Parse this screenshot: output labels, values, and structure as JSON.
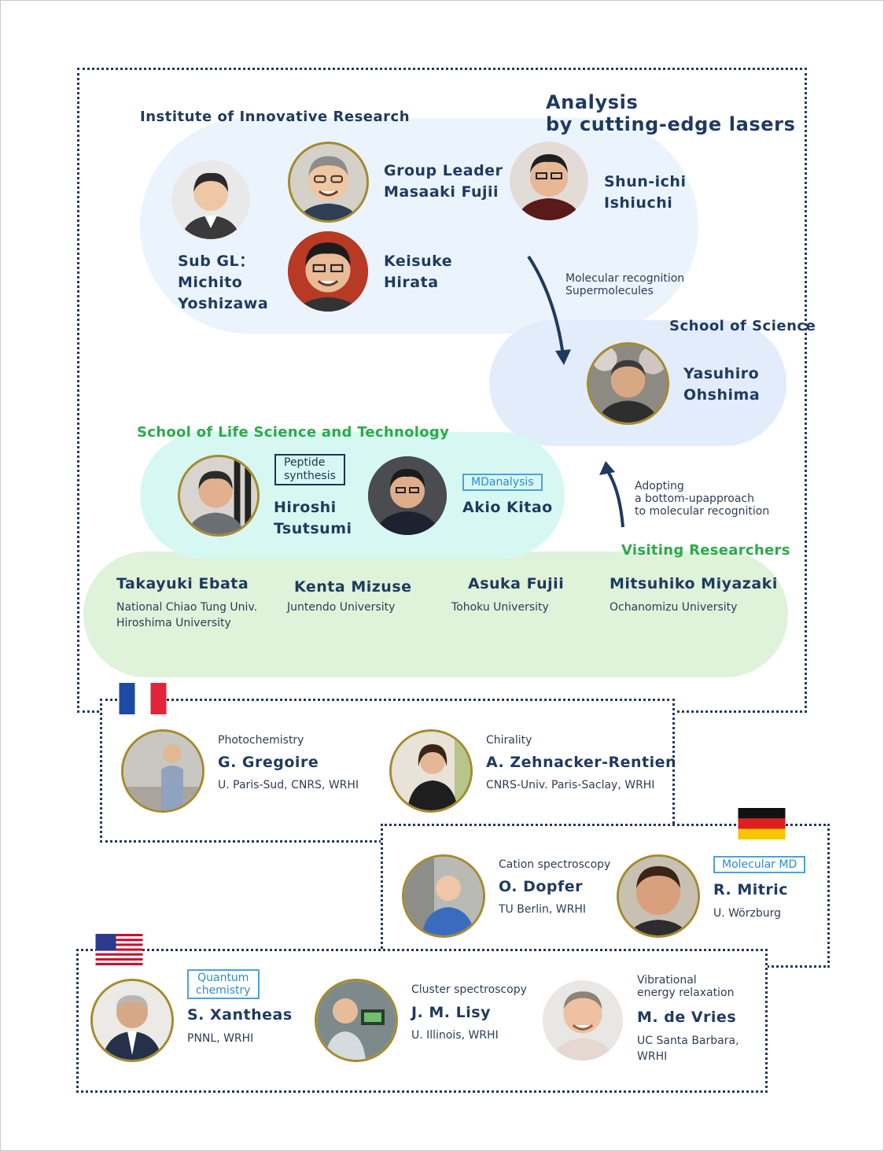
{
  "title": "Analysis\nby cutting-edge lasers",
  "groups": {
    "iir": "Institute of Innovative Research",
    "science": "School of Science",
    "life": "School of Life Science and Technology",
    "visiting": "Visiting Researchers"
  },
  "people": {
    "fujii": "Group Leader\nMasaaki Fujii",
    "ishiuchi": "Shun-ichi\nIshiuchi",
    "yoshizawa": "Sub GL：\nMichito\nYoshizawa",
    "hirata": "Keisuke\nHirata",
    "ohshima": "Yasuhiro\nOhshima",
    "tsutsumi": "Hiroshi\nTsutsumi",
    "kitao": "Akio Kitao"
  },
  "tags": {
    "peptide": "Peptide\nsynthesis",
    "md": "MDanalysis",
    "molmd": "Molecular MD",
    "quantum": "Quantum\nchemistry"
  },
  "arrows": {
    "down": "Molecular recognition\nSupermolecules",
    "up": "Adopting\na bottom-upapproach\nto molecular recognition"
  },
  "visitors": [
    {
      "name": "Takayuki Ebata",
      "affil": "National Chiao Tung Univ.\nHiroshima University"
    },
    {
      "name": "Kenta Mizuse",
      "affil": "Juntendo University"
    },
    {
      "name": "Asuka Fujii",
      "affil": "Tohoku University"
    },
    {
      "name": "Mitsuhiko Miyazaki",
      "affil": "Ochanomizu University"
    }
  ],
  "intl": {
    "gregoire": {
      "role": "Photochemistry",
      "name": "G. Gregoire",
      "affil": "U. Paris-Sud, CNRS, WRHI"
    },
    "zehnacker": {
      "role": "Chirality",
      "name": "A. Zehnacker-Rentien",
      "affil": "CNRS-Univ. Paris-Saclay, WRHI"
    },
    "dopfer": {
      "role": "Cation spectroscopy",
      "name": "O. Dopfer",
      "affil": "TU Berlin, WRHI"
    },
    "mitric": {
      "role": "",
      "name": "R. Mitric",
      "affil": "U. Wörzburg"
    },
    "xantheas": {
      "role": "",
      "name": "S. Xantheas",
      "affil": "PNNL, WRHI"
    },
    "lisy": {
      "role": "Cluster spectroscopy",
      "name": "J. M. Lisy",
      "affil": "U. Illinois, WRHI"
    },
    "devries": {
      "role": "Vibrational\nenergy relaxation",
      "name": "M. de Vries",
      "affil": "UC Santa Barbara,\nWRHI"
    }
  },
  "colors": {
    "navy": "#1f3a5f",
    "green": "#2bab49",
    "blue_tag": "#4aa2de",
    "gold_ring": "#a58a2f",
    "blob_blue": "#ebf4fd",
    "blob_teal": "#d5f8f1",
    "blob_green": "#dff2da"
  }
}
